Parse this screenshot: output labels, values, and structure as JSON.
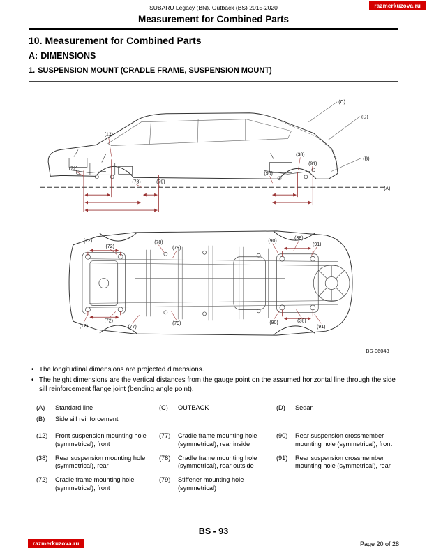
{
  "colors": {
    "badge_bg": "#d40000",
    "dimension_red": "#993333"
  },
  "header": {
    "doc_title": "SUBARU Legacy (BN), Outback (BS) 2015-2020",
    "badge": "razmerkuzova.ru",
    "title": "Measurement for Combined Parts"
  },
  "sections": {
    "h1_num": "10.",
    "h1_text": "Measurement for Combined Parts",
    "h2_key": "A:",
    "h2_text": "DIMENSIONS",
    "h3_num": "1.",
    "h3_text": "SUSPENSION MOUNT (CRADLE FRAME, SUSPENSION MOUNT)"
  },
  "figure": {
    "ref_code": "BS-06043",
    "labels": {
      "n12": "(12)",
      "n38": "(38)",
      "n72": "(72)",
      "n77": "(77)",
      "n78": "(78)",
      "n79": "(79)",
      "n90": "(90)",
      "n91": "(91)",
      "lA": "(A)",
      "lB": "(B)",
      "lC": "(C)",
      "lD": "(D)"
    }
  },
  "notes": [
    {
      "bullet": "•",
      "text": "The longitudinal dimensions are projected dimensions."
    },
    {
      "bullet": "•",
      "text": "The height dimensions are the vertical distances from the gauge point on the assumed horizontal line through the side sill reinforcement flange joint (bending angle point)."
    }
  ],
  "legend_letters": [
    {
      "key": "(A)",
      "label": "Standard line"
    },
    {
      "key": "(B)",
      "label": "Side sill reinforcement"
    },
    {
      "key": "(C)",
      "label": "OUTBACK"
    },
    {
      "key": "(D)",
      "label": "Sedan"
    }
  ],
  "legend_numbers": [
    {
      "key": "(12)",
      "label": "Front suspension mounting hole (symmetrical), front"
    },
    {
      "key": "(38)",
      "label": "Rear suspension mounting hole (symmetrical), rear"
    },
    {
      "key": "(72)",
      "label": "Cradle frame mounting hole (symmetrical), front"
    },
    {
      "key": "(77)",
      "label": "Cradle frame mounting hole (symmetrical), rear inside"
    },
    {
      "key": "(78)",
      "label": "Cradle frame mounting hole (symmetrical), rear outside"
    },
    {
      "key": "(79)",
      "label": "Stiffener mounting hole (symmetrical)"
    },
    {
      "key": "(90)",
      "label": "Rear suspension crossmember mounting hole (symmetrical), front"
    },
    {
      "key": "(91)",
      "label": "Rear suspension crossmember mounting hole (symmetrical), rear"
    }
  ],
  "footer": {
    "page_code": "BS - 93",
    "badge": "razmerkuzova.ru",
    "page_info": "Page 20 of 28"
  }
}
